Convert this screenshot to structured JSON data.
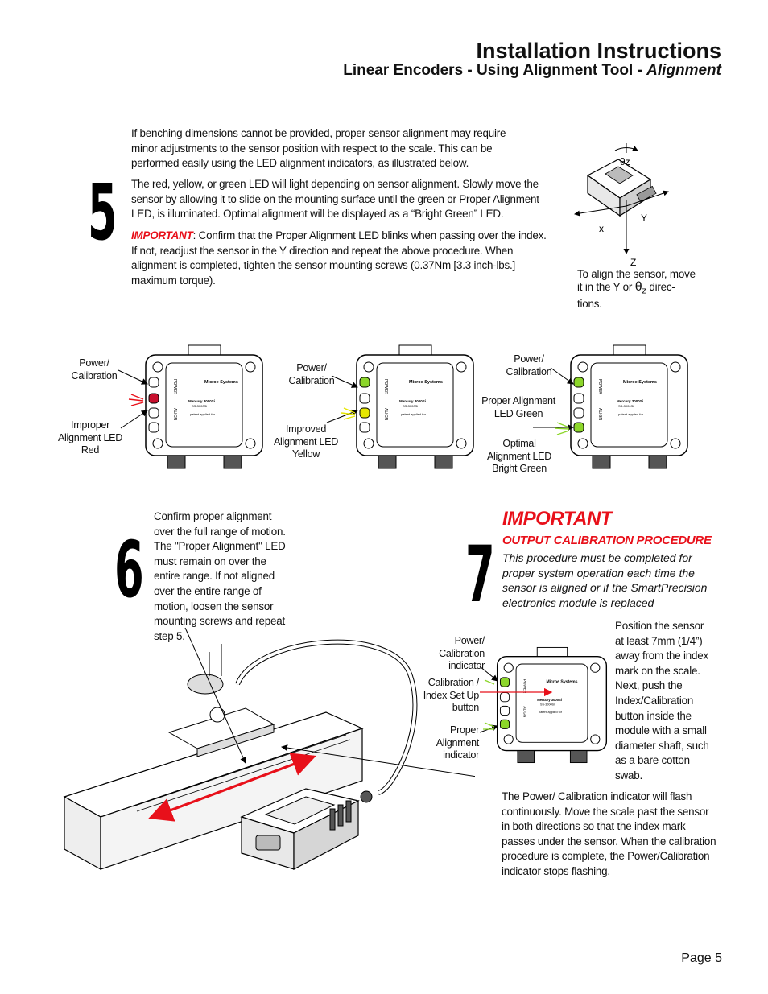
{
  "header": {
    "title": "Installation Instructions",
    "subtitle_prefix": "Linear Encoders - Using Alignment Tool - ",
    "subtitle_italic": "Alignment"
  },
  "step5": {
    "number": "5",
    "para1": "If benching dimensions cannot be provided, proper sensor alignment may require minor adjustments to the sensor position with respect to the scale. This can be performed easily using the LED alignment indicators, as illustrated below.",
    "para2": "The red, yellow, or green LED will light depending on sensor alignment. Slowly move the sensor by allowing it to slide on the mounting surface until the green or Proper Alignment LED, is illuminated. Optimal alignment will be displayed as a “Bright Green” LED.",
    "important_label": "IMPORTANT",
    "important_text": ": Confirm that the Proper Alignment LED blinks when passing over the index. If not, readjust the sensor in the Y direction and repeat the above procedure. When alignment is completed, tighten the sensor mounting screws (0.37Nm [3.3 inch-lbs.] maximum torque).",
    "axis_theta": "θz",
    "axis_x": "x",
    "axis_y": "Y",
    "axis_z": "Z",
    "caption_a": "To align the sensor, move",
    "caption_b": "it in the Y or",
    "caption_theta": "θ",
    "caption_sub": "z",
    "caption_c": " direc-",
    "caption_d": "tions."
  },
  "modules": {
    "brand": "Microe Systems",
    "model": "Mercury 3000Si",
    "model_sub": "SS-3000Si",
    "patent": "patent applied for",
    "power_text": "POWER",
    "align_text": "ALIGN"
  },
  "diagram_a": {
    "label_power": "Power/ Calibration",
    "label_status": "Improper Alignment LED Red"
  },
  "diagram_b": {
    "label_power": "Power/ Calibration",
    "label_status": "Improved Alignment LED Yellow"
  },
  "diagram_c": {
    "label_power": "Power/ Calibration",
    "label_proper": "Proper Alignment LED Green",
    "label_optimal": "Optimal Alignment LED Bright Green"
  },
  "step6": {
    "number": "6",
    "text": "Confirm proper alignment over the full range of motion. The \"Proper Alignment\" LED must remain on over the entire range. If not aligned over the entire range of motion, loosen the sensor mounting screws and repeat step 5."
  },
  "step7": {
    "number": "7",
    "important": "IMPORTANT",
    "subtitle": "OUTPUT CALIBRATION PROCEDURE",
    "italic_text": "This procedure must be completed for proper system operation each time the sensor is aligned or if the SmartPrecision electronics module is replaced",
    "position_text": "Position the sensor at least 7mm (1/4”) away from the index mark on the scale. Next, push the Index/Calibration button inside the module with a small diameter shaft, such as a bare cotton swab.",
    "label_power": "Power/ Calibration indicator",
    "label_button": "Calibration / Index Set Up button",
    "label_proper": "Proper Alignment indicator",
    "bottom_text": "The Power/ Calibration indicator will flash continuously. Move the scale past the sensor in both directions so that the index mark passes under the sensor. When the calibration procedure is complete, the Power/Calibration indicator stops flashing."
  },
  "colors": {
    "accent_red": "#e8101a",
    "led_red": "#c8102e",
    "led_yellow": "#e6e600",
    "led_green": "#8cd62a"
  },
  "footer": {
    "page": "Page 5"
  }
}
